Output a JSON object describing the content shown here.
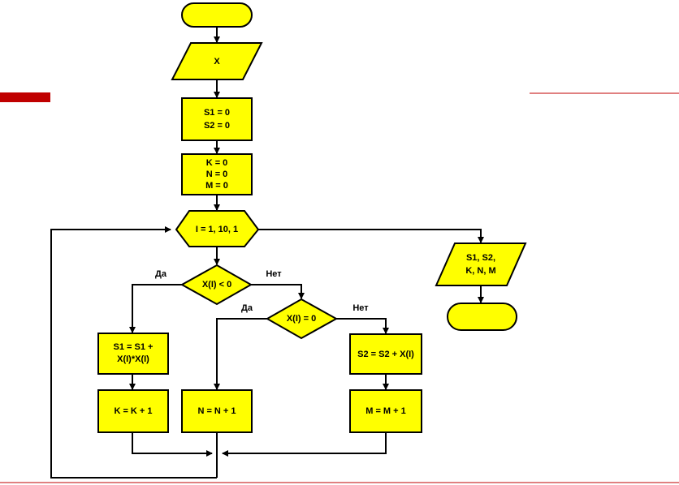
{
  "colors": {
    "block_fill": "#ffff00",
    "stroke": "#000000",
    "accent_red": "#c00000"
  },
  "flowchart": {
    "input_block": "X",
    "init_s": [
      "S1 = 0",
      "S2 = 0"
    ],
    "init_knm": [
      "K = 0",
      "N = 0",
      "M = 0"
    ],
    "loop": "I = 1, 10, 1",
    "cond1": "X(I) < 0",
    "cond2": "X(I) = 0",
    "yes_label": "Да",
    "no_label": "Нет",
    "s1_update": [
      "S1 = S1 +",
      "X(I)*X(I)"
    ],
    "s2_update": "S2 = S2 + X(I)",
    "k_update": "K = K + 1",
    "n_update": "N = N + 1",
    "m_update": "M = M + 1",
    "output_block": [
      "S1, S2,",
      "K, N, M"
    ]
  }
}
